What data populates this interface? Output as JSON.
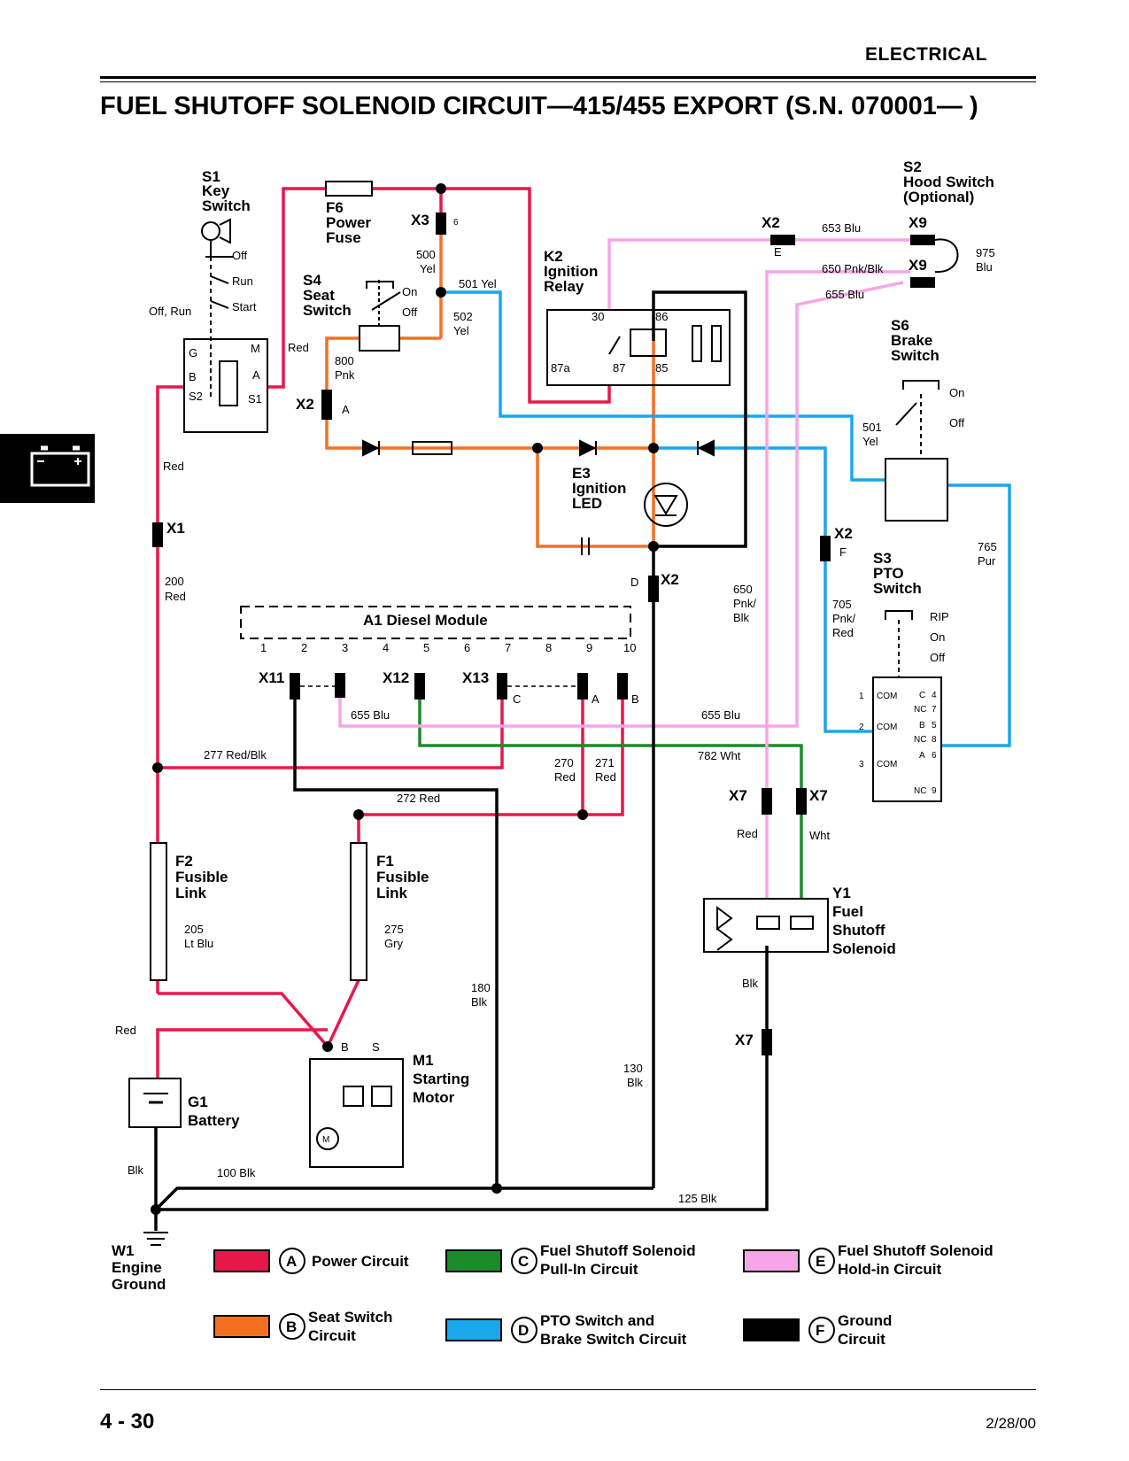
{
  "header": {
    "section": "ELECTRICAL",
    "title": "FUEL SHUTOFF SOLENOID CIRCUIT—415/455 EXPORT (S.N. 070001— )"
  },
  "footer": {
    "page": "4 - 30",
    "date": "2/28/00"
  },
  "components": {
    "s1": [
      "S1",
      "Key",
      "Switch"
    ],
    "s1_positions": {
      "off": "Off",
      "run": "Run",
      "start": "Start",
      "offrun": "Off, Run"
    },
    "s1_terms": {
      "g": "G",
      "m": "M",
      "b": "B",
      "a": "A",
      "s2": "S2",
      "s1": "S1"
    },
    "f6": [
      "F6",
      "Power",
      "Fuse"
    ],
    "s4": [
      "S4",
      "Seat",
      "Switch"
    ],
    "s4_pos": {
      "on": "On",
      "off": "Off"
    },
    "k2": [
      "K2",
      "Ignition",
      "Relay"
    ],
    "k2_terms": {
      "t30": "30",
      "t86": "86",
      "t87a": "87a",
      "t87": "87",
      "t85": "85"
    },
    "s2": [
      "S2",
      "Hood Switch",
      "(Optional)"
    ],
    "s6": [
      "S6",
      "Brake",
      "Switch"
    ],
    "s6_pos": {
      "on": "On",
      "off": "Off"
    },
    "e3": [
      "E3",
      "Ignition",
      "LED"
    ],
    "a1": "A1 Diesel Module",
    "a1_pins": [
      "1",
      "2",
      "3",
      "4",
      "5",
      "6",
      "7",
      "8",
      "9",
      "10"
    ],
    "s3": [
      "S3",
      "PTO",
      "Switch"
    ],
    "s3_pos": {
      "rip": "RIP",
      "on": "On",
      "off": "Off"
    },
    "s3_terms": {
      "com": "COM",
      "c": "C",
      "nc": "NC",
      "a": "A",
      "b": "B"
    },
    "s3_nums": [
      "1",
      "2",
      "3",
      "4",
      "5",
      "6",
      "7",
      "8",
      "9"
    ],
    "f2": [
      "F2",
      "Fusible",
      "Link"
    ],
    "f2_wire": [
      "205",
      "Lt Blu"
    ],
    "f1": [
      "F1",
      "Fusible",
      "Link"
    ],
    "f1_wire": [
      "275",
      "Gry"
    ],
    "y1": [
      "Y1",
      "Fuel",
      "Shutoff",
      "Solenoid"
    ],
    "m1": [
      "M1",
      "Starting",
      "Motor"
    ],
    "m1_terms": {
      "b": "B",
      "s": "S",
      "m": "M"
    },
    "g1": [
      "G1",
      "Battery"
    ],
    "w1": [
      "W1",
      "Engine",
      "Ground"
    ]
  },
  "connectors": {
    "x1": "X1",
    "x2": "X2",
    "x3": "X3",
    "x7": "X7",
    "x9": "X9",
    "x11": "X11",
    "x12": "X12",
    "x13": "X13",
    "pins": {
      "a": "A",
      "b": "B",
      "c": "C",
      "d": "D",
      "e": "E",
      "f": "F",
      "six": "6"
    }
  },
  "wires": {
    "red": "Red",
    "w200": [
      "200",
      "Red"
    ],
    "w500": [
      "500",
      "Yel"
    ],
    "w501": "501 Yel",
    "w501b": [
      "501",
      "Yel"
    ],
    "w502": [
      "502",
      "Yel"
    ],
    "w800": [
      "800",
      "Pnk"
    ],
    "w653": "653 Blu",
    "w650": "650 Pnk/Blk",
    "w650b": [
      "650",
      "Pnk/",
      "Blk"
    ],
    "w655": "655 Blu",
    "w975": [
      "975",
      "Blu"
    ],
    "w705": [
      "705",
      "Pnk/",
      "Red"
    ],
    "w765": [
      "765",
      "Pur"
    ],
    "w277": "277 Red/Blk",
    "w270": [
      "270",
      "Red"
    ],
    "w271": [
      "271",
      "Red"
    ],
    "w272": "272 Red",
    "w782": "782 Wht",
    "wht": "Wht",
    "blk": "Blk",
    "w180": [
      "180",
      "Blk"
    ],
    "w130": [
      "130",
      "Blk"
    ],
    "w100": "100 Blk",
    "w125": "125 Blk"
  },
  "legend": [
    {
      "letter": "A",
      "color": "#e8174a",
      "label": [
        "Power Circuit"
      ]
    },
    {
      "letter": "B",
      "color": "#f37021",
      "label": [
        "Seat Switch",
        "Circuit"
      ]
    },
    {
      "letter": "C",
      "color": "#1c8b2a",
      "label": [
        "Fuel Shutoff Solenoid",
        "Pull-In Circuit"
      ]
    },
    {
      "letter": "D",
      "color": "#1aa7ec",
      "label": [
        "PTO Switch and",
        "Brake Switch Circuit"
      ]
    },
    {
      "letter": "E",
      "color": "#f5a6e6",
      "label": [
        "Fuel Shutoff Solenoid",
        "Hold-in Circuit"
      ]
    },
    {
      "letter": "F",
      "color": "#000000",
      "label": [
        "Ground",
        "Circuit"
      ]
    }
  ]
}
